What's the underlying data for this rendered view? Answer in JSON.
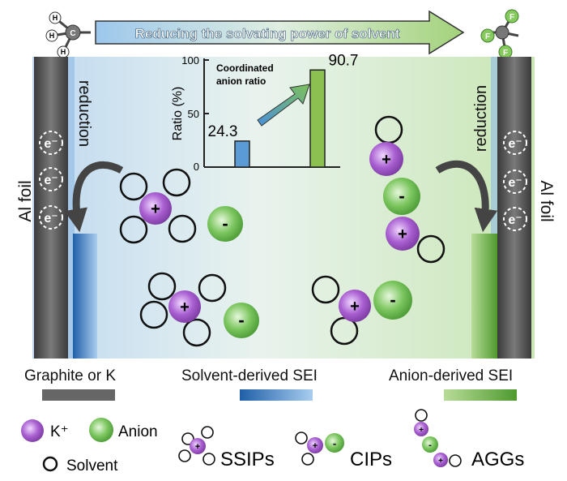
{
  "banner": {
    "text": "Reducing the solvating power of solvent"
  },
  "molecule_left": {
    "center_atom": "C",
    "substituents": [
      "H",
      "H",
      "H"
    ]
  },
  "molecule_right": {
    "substituents": [
      "F",
      "F",
      "F"
    ]
  },
  "left_electrode": {
    "label": "Al foil",
    "process": "reduction",
    "electrons": [
      "e⁻",
      "e⁻",
      "e⁻"
    ],
    "bottom_label": "Graphite or K"
  },
  "right_electrode": {
    "label": "Al foil",
    "process": "reduction",
    "electrons": [
      "e⁻",
      "e⁻",
      "e⁻"
    ],
    "bottom_label": "Anion-derived SEI"
  },
  "middle_label": "Solvent-derived SEI",
  "inset": {
    "ylabel": "Ratio (%)",
    "title_lines": [
      "Coordinated",
      "anion ratio"
    ],
    "yticks": [
      "0",
      "50",
      "100"
    ],
    "ylim": [
      0,
      100
    ],
    "bars": [
      {
        "value": 24.3,
        "label": "24.3",
        "color": "#5b9bd5"
      },
      {
        "value": 90.7,
        "label": "90.7",
        "color": "#8cc152"
      }
    ]
  },
  "ion_symbols": {
    "cation": "+",
    "anion": "-"
  },
  "legend": {
    "cation_label": "K⁺",
    "anion_label": "Anion",
    "solvent_label": "Solvent",
    "ssip_label": "SSIPs",
    "cip_label": "CIPs",
    "agg_label": "AGGs"
  },
  "colors": {
    "cation": "#9b4fc0",
    "anion": "#59b54a",
    "solvent_sei": "#3d85c6",
    "anion_sei": "#6aa84f",
    "electrode": "#555555"
  }
}
